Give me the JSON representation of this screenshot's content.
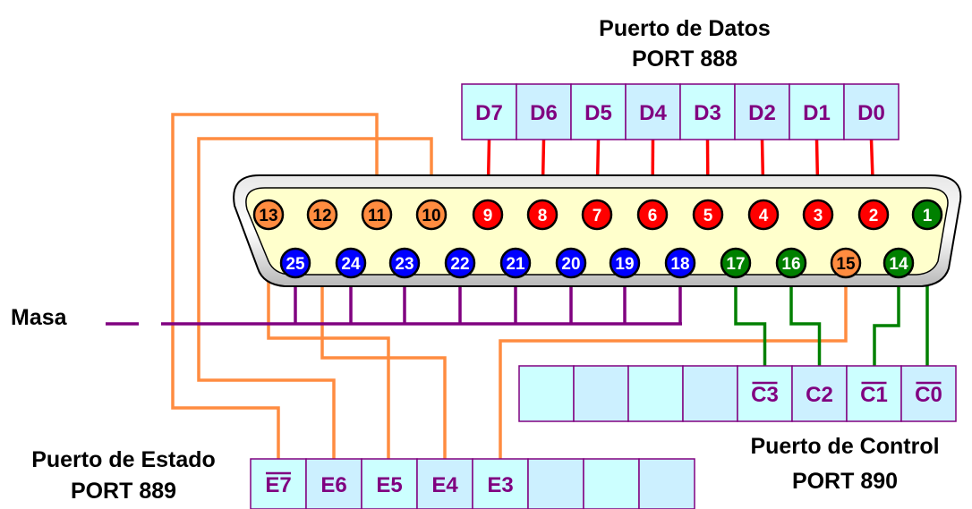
{
  "data_port": {
    "title": "Puerto de Datos",
    "address": "PORT 888",
    "bits": [
      "D7",
      "D6",
      "D5",
      "D4",
      "D3",
      "D2",
      "D1",
      "D0"
    ]
  },
  "status_port": {
    "title": "Puerto de Estado",
    "address": "PORT 889",
    "bits": [
      "E7",
      "E6",
      "E5",
      "E4",
      "E3",
      "",
      "",
      ""
    ],
    "inverted_bits": [
      "E7"
    ]
  },
  "control_port": {
    "title": "Puerto de Control",
    "address": "PORT 890",
    "bits": [
      "",
      "",
      "",
      "",
      "C3",
      "C2",
      "C1",
      "C0"
    ],
    "inverted_bits": [
      "C3",
      "C1",
      "C0"
    ]
  },
  "ground_label": "Masa",
  "connector": {
    "top_row": [
      "13",
      "12",
      "11",
      "10",
      "9",
      "8",
      "7",
      "6",
      "5",
      "4",
      "3",
      "2",
      "1"
    ],
    "bottom_row": [
      "25",
      "24",
      "23",
      "22",
      "21",
      "20",
      "19",
      "18",
      "17",
      "16",
      "15",
      "14"
    ]
  },
  "pin_roles": {
    "data": [
      "2",
      "3",
      "4",
      "5",
      "6",
      "7",
      "8",
      "9"
    ],
    "status": [
      "10",
      "11",
      "12",
      "13",
      "15"
    ],
    "control": [
      "1",
      "14",
      "16",
      "17"
    ],
    "ground": [
      "18",
      "19",
      "20",
      "21",
      "22",
      "23",
      "24",
      "25"
    ]
  },
  "colors": {
    "data": "#ff0000",
    "status": "#ff8c40",
    "control": "#008000",
    "ground": "#0000ff",
    "ground_wire": "#800080",
    "cell_light": "#ccffff",
    "cell_mid": "#ccf0ff",
    "cell_border": "#800080",
    "connector_body": "#ffffcc"
  }
}
